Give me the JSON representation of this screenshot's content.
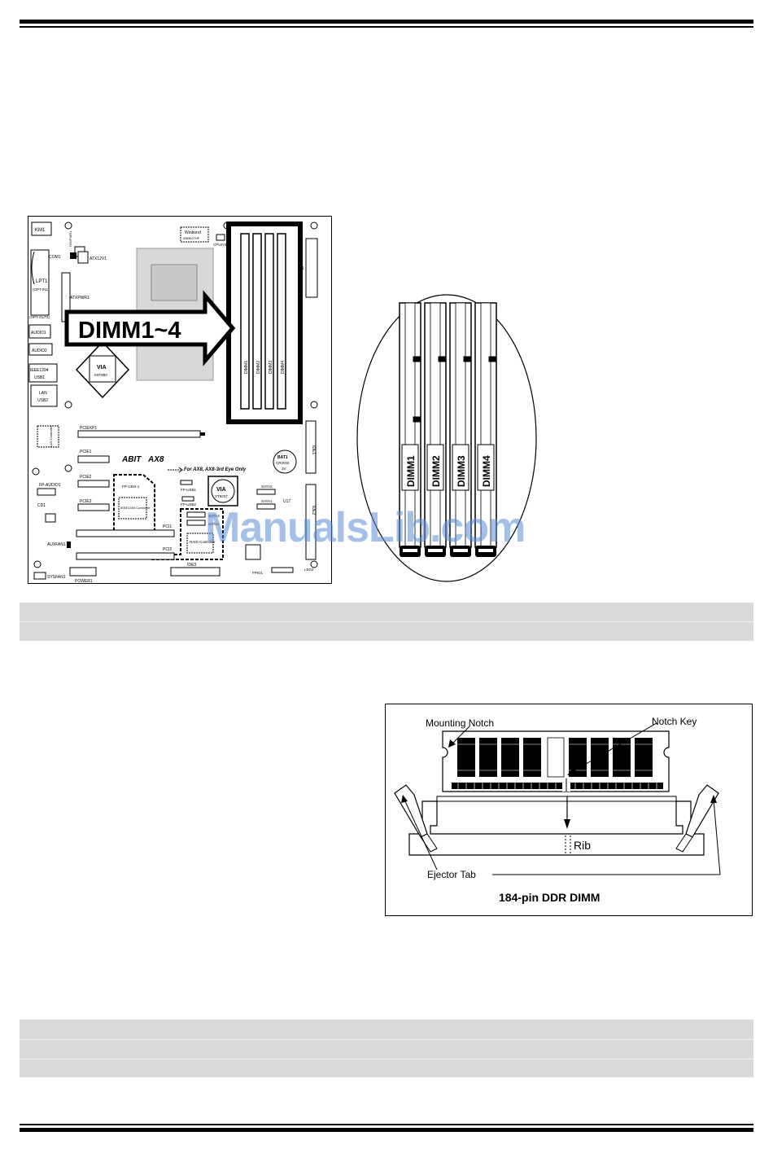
{
  "motherboard": {
    "callout_label": "DIMM1~4",
    "brand": "ABIT",
    "model": "AX8",
    "eye_note": "For AX8, AX8-3rd Eye Only",
    "labels": {
      "km1": "KM1",
      "com1": "COM1",
      "lpt1": "LPT1",
      "lpt1_sub": "(OPT-IN1)",
      "audio_out": "(OPT-OUT1)",
      "audio1": "AUDIO1",
      "audio2": "AUDIO2",
      "ieee": "IEEE1394",
      "usb1": "USB1",
      "lan": "LAN",
      "usb2": "USB2",
      "atx12v": "ATX12V1",
      "atxpwr": "ATXPWR1",
      "fanpwr": "FANPWR1",
      "cpufan": "CPUFAN1",
      "winbond": "Winbond",
      "winbond_part": "W83627HF",
      "ac1": "AC1",
      "via_north": "VIA",
      "via_north_part": "K8T890",
      "lan_ctrl": "LAN Controller",
      "pciexp1": "PCIEXP1",
      "pcie1": "PCIE1",
      "pcie2": "PCIE2",
      "pcie3": "PCIE3",
      "fp_audio": "FP-AUDIO1",
      "cd1": "CD1",
      "auxfan": "AUXFAN1",
      "sysfan": "SYSFAN1",
      "power1": "POWER1",
      "pci1": "PCI1",
      "pci2": "PCI2",
      "ide3": "IDE3",
      "fp1394": "FP-1394-1",
      "ieee_ctrl": "IEEE1394 Controller",
      "fpusb1": "FP-USB1",
      "fpusb2": "FP-USB2",
      "via_south": "VIA",
      "via_south_part": "VT8237",
      "sata1": "SATA1",
      "sata2": "SATA2",
      "sata3": "SATA3",
      "sata4": "SATA4",
      "raid_ctrl": "RAID Controller",
      "bat1": "BAT1",
      "bat_type": "CR2032",
      "bat_volt": "3V",
      "ide1": "IDE1",
      "ide2": "IDE2",
      "u17": "U17",
      "ledd": "LED2",
      "fpio1": "FPIO1",
      "dimm1": "DIMM1",
      "dimm2": "DIMM2",
      "dimm3": "DIMM3",
      "dimm4": "DIMM4"
    }
  },
  "dimm_closeup": {
    "slots": [
      "DIMM1",
      "DIMM2",
      "DIMM3",
      "DIMM4"
    ]
  },
  "watermark": "ManualsLib.com",
  "ddr_figure": {
    "mounting_notch": "Mounting Notch",
    "notch_key": "Notch Key",
    "rib": "Rib",
    "ejector_tab": "Ejector Tab",
    "caption": "184-pin DDR DIMM"
  }
}
